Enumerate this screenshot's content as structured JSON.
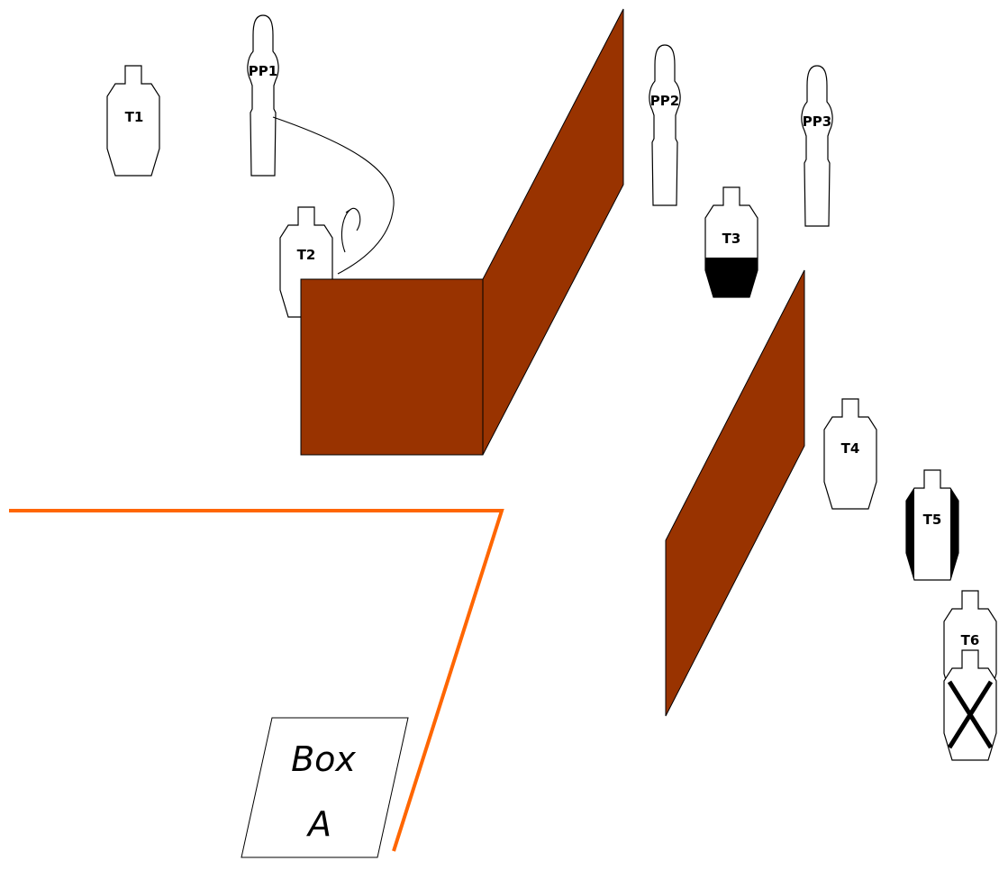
{
  "targets": {
    "t1": "T1",
    "t2": "T2",
    "t3": "T3",
    "t4": "T4",
    "t5": "T5",
    "t6": "T6"
  },
  "poppers": {
    "pp1": "PP1",
    "pp2": "PP2",
    "pp3": "PP3"
  },
  "box": {
    "line1": "Box",
    "line2": "A"
  },
  "colors": {
    "wall": "#993300",
    "fault_line": "#ff6600",
    "outline": "#000000",
    "target_fill": "#ffffff",
    "hardcover": "#000000"
  }
}
